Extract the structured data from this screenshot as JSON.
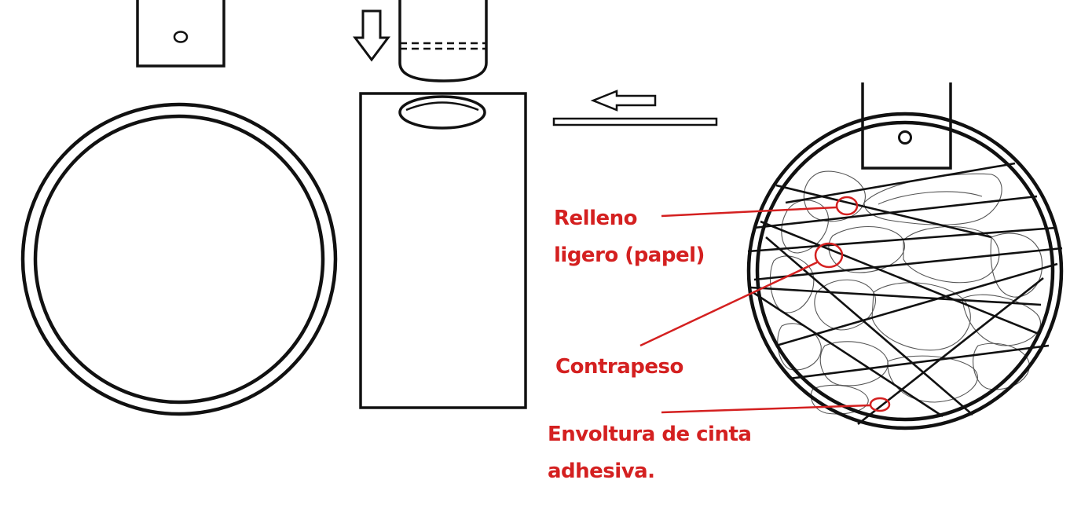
{
  "colors": {
    "background": "#ffffff",
    "line": "#111111",
    "annotation": "#d42020",
    "filling": "#555555"
  },
  "labels": {
    "relleno_line1": "Relleno",
    "relleno_line2": "ligero (papel)",
    "contrapeso": "Contrapeso",
    "envoltura_line1": "Envoltura de cinta",
    "envoltura_line2": "adhesiva."
  }
}
